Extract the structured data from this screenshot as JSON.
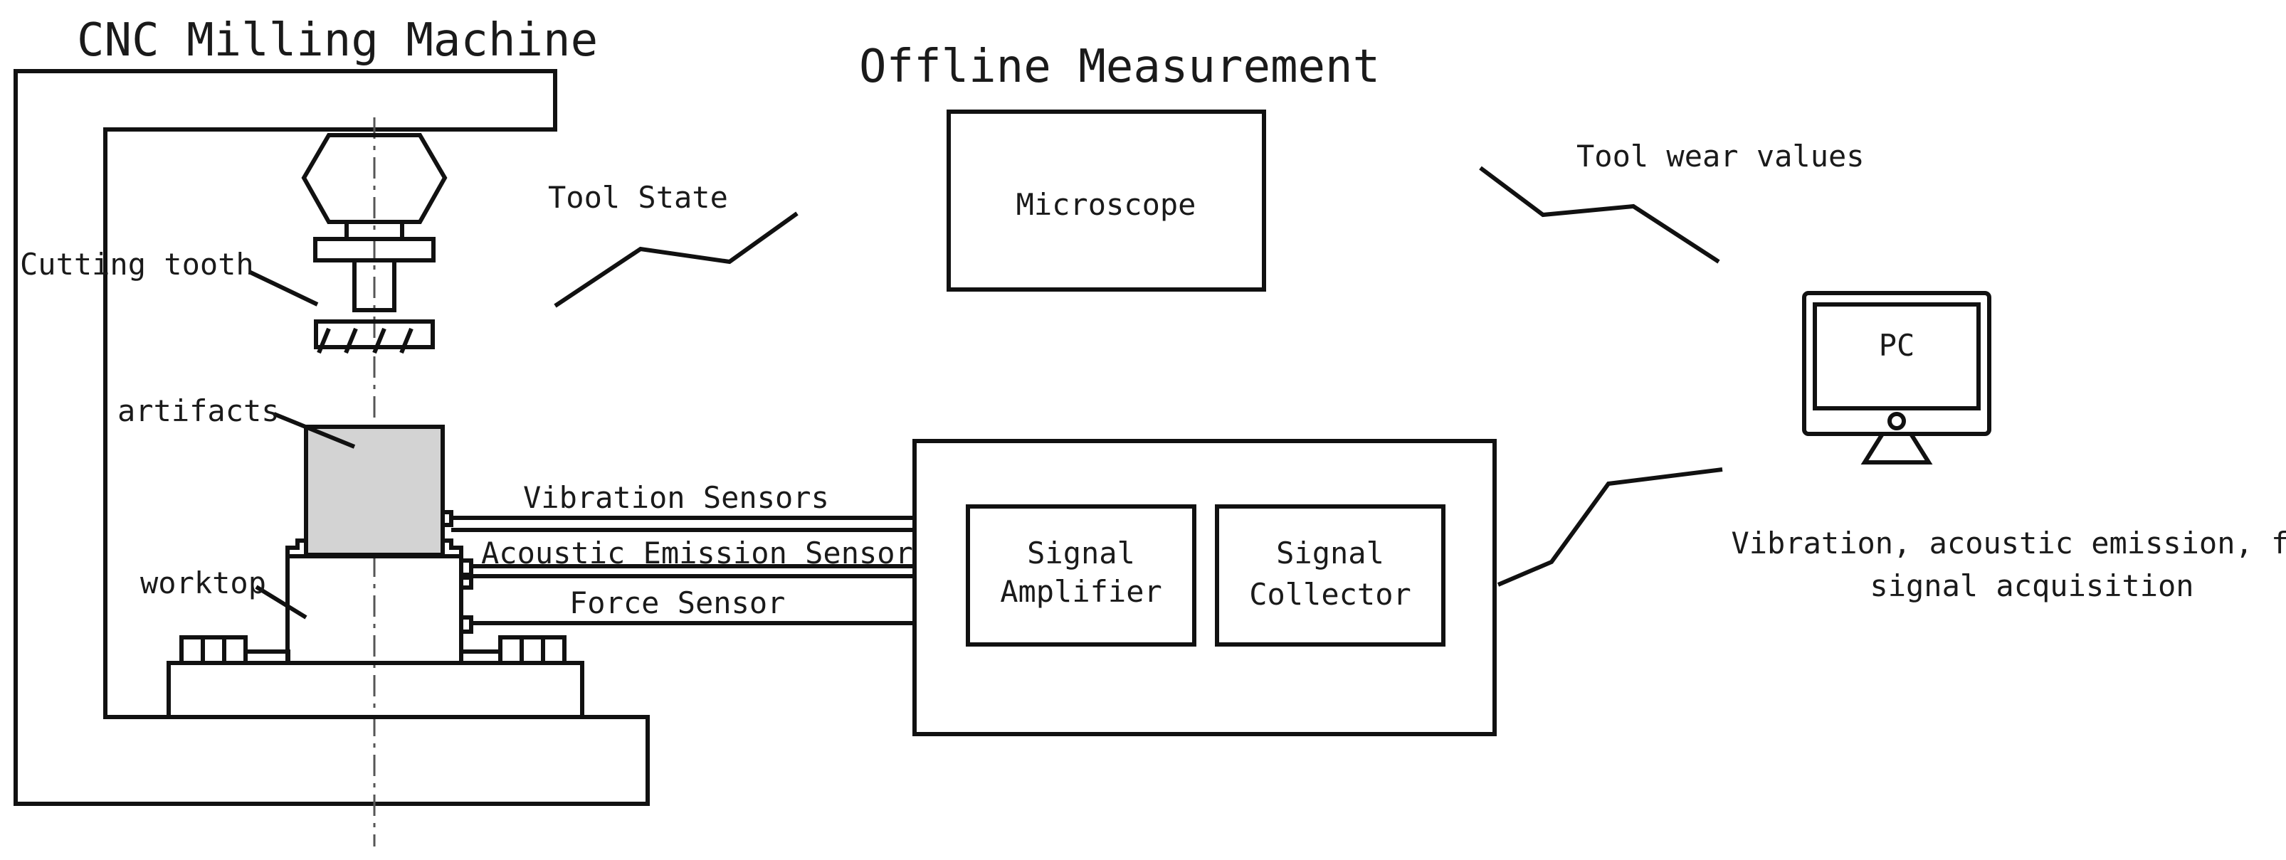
{
  "labels": {
    "cnc_title": "CNC Milling Machine",
    "offline_title": "Offline Measurement",
    "tool_state": "Tool State",
    "microscope": "Microscope",
    "tool_wear_values": "Tool wear values",
    "pc": "PC",
    "cutting_tooth": "Cutting tooth",
    "artifacts": "artifacts",
    "worktop": "worktop",
    "vibration_sensors": "Vibration Sensors",
    "acoustic_emission_sensor": "Acoustic Emission Sensor",
    "force_sensor": "Force Sensor",
    "signal_amplifier_line1": "Signal",
    "signal_amplifier_line2": "Amplifier",
    "signal_collector_line1": "Signal",
    "signal_collector_line2": "Collector",
    "acquisition_line1": "Vibration, acoustic emission, force",
    "acquisition_line2": "signal acquisition"
  },
  "colors": {
    "stroke": "#111111",
    "workpiece_fill": "#d3d3d3",
    "background": "#ffffff"
  }
}
